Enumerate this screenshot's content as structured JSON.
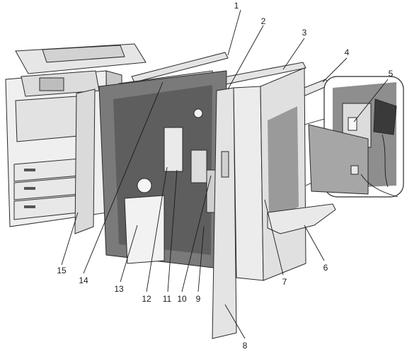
{
  "callouts": [
    {
      "id": "1",
      "label": "1"
    },
    {
      "id": "2",
      "label": "2"
    },
    {
      "id": "3",
      "label": "3"
    },
    {
      "id": "4",
      "label": "4"
    },
    {
      "id": "5",
      "label": "5"
    },
    {
      "id": "6",
      "label": "6"
    },
    {
      "id": "7",
      "label": "7"
    },
    {
      "id": "8",
      "label": "8"
    },
    {
      "id": "9",
      "label": "9"
    },
    {
      "id": "10",
      "label": "10"
    },
    {
      "id": "11",
      "label": "11"
    },
    {
      "id": "12",
      "label": "12"
    },
    {
      "id": "13",
      "label": "13"
    },
    {
      "id": "14",
      "label": "14"
    },
    {
      "id": "15",
      "label": "15"
    }
  ],
  "colors": {
    "body_light": "#f1f1f1",
    "body_mid": "#d4d4d4",
    "body_dark": "#8c8c8c",
    "interior": "#6f6f6f",
    "outline": "#2a2a2a"
  }
}
